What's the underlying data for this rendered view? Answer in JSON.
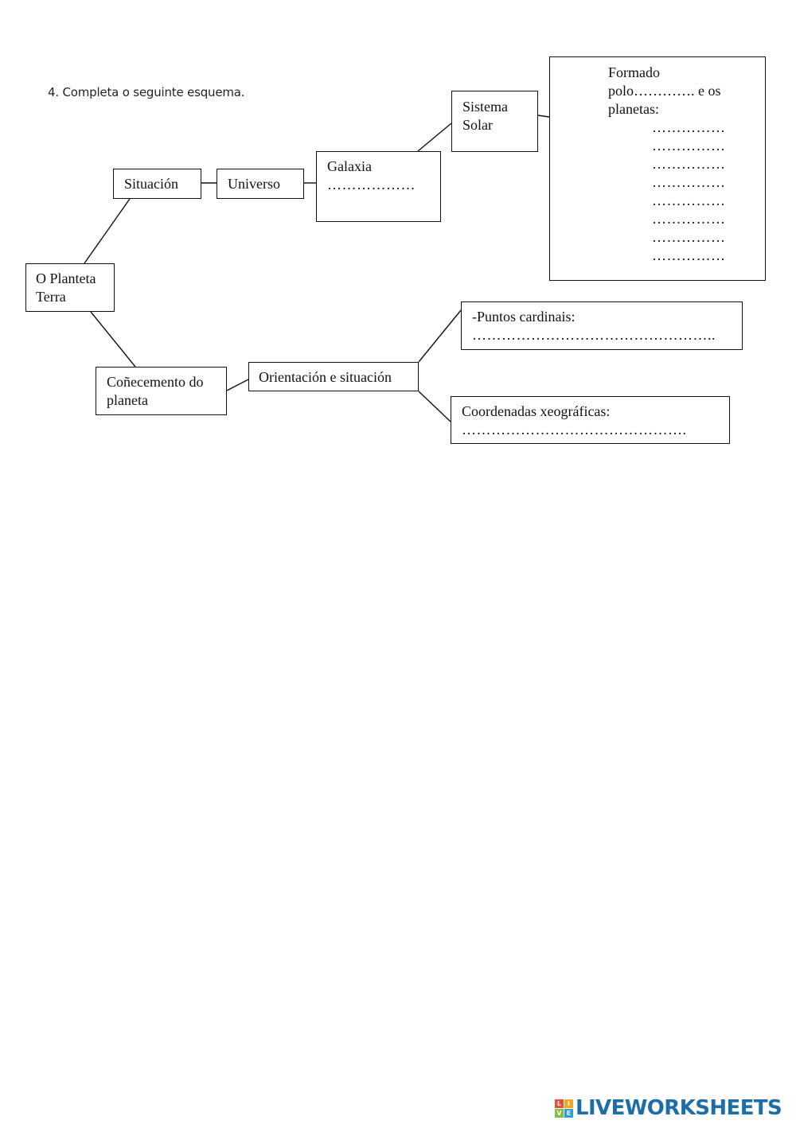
{
  "instruction": "4. Completa o seguinte esquema.",
  "nodes": {
    "planeta": [
      "O Planteta",
      "Terra"
    ],
    "situacion": "Situación",
    "universo": "Universo",
    "galaxia": {
      "label": "Galaxia",
      "blank": "………………"
    },
    "sistema": [
      "Sistema",
      "Solar"
    ],
    "formado": {
      "lines": [
        "Formado",
        "polo…………. e os",
        "planetas:"
      ],
      "blanks": [
        "……………",
        "……………",
        "……………",
        "……………",
        "……………",
        "……………",
        "……………",
        "……………"
      ]
    },
    "conecemento": [
      "Coñecemento do",
      "planeta"
    ],
    "orientacion": "Orientación e situación",
    "puntos": {
      "label": "-Puntos cardinais:",
      "blank": "………………………………………….."
    },
    "coordenadas": {
      "label": "Coordenadas xeográficas:",
      "blank": "………………………………………."
    }
  },
  "brand": {
    "name": "LIVEWORKSHEETS",
    "icon_letters": [
      "L",
      "I",
      "V",
      "E"
    ],
    "colors": {
      "text": "#1d6ea8",
      "icon": [
        "#e94e3c",
        "#f5a623",
        "#7cc142",
        "#2a9fd8"
      ]
    }
  }
}
